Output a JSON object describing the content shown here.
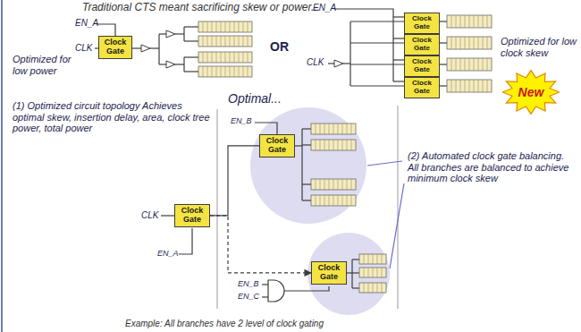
{
  "diagram": {
    "title": "Traditional CTS meant sacrificing skew or power...",
    "caption": "Example: All branches have 2 level of clock gating",
    "nodes": [
      {
        "text": [
          "Clock Gate"
        ]
      },
      {
        "text": [
          "Clock Gate"
        ]
      },
      {
        "text": [
          "Clock Gate"
        ]
      },
      {
        "text": [
          "Clock Gate"
        ]
      },
      {
        "text": [
          "Clock Gate"
        ]
      },
      {
        "text": [
          "New"
        ]
      },
      {
        "text": [
          "Clock Gate"
        ]
      },
      {
        "text": [
          "Clock Gate"
        ]
      },
      {
        "text": [
          "Clock Gate"
        ]
      }
    ],
    "edges": [
      {
        "from": 7,
        "to": 6,
        "arrow": "none"
      },
      {
        "from": 7,
        "to": 8,
        "arrow": "to"
      }
    ],
    "labels": [
      "Optimized for low power",
      "EN_A",
      "CLK",
      "OR",
      "EN_A",
      "CLK",
      "Optimized for low clock skew",
      "Optimal...",
      "(1) Optimized circuit topology Achieves optimal skew, insertion delay, area, clock tree power, total power",
      "EN_B",
      "CLK",
      "EN_A",
      "EN_B",
      "EN_C",
      "(2) Automated clock gate balancing. All branches are balanced to achieve minimum clock skew"
    ]
  }
}
